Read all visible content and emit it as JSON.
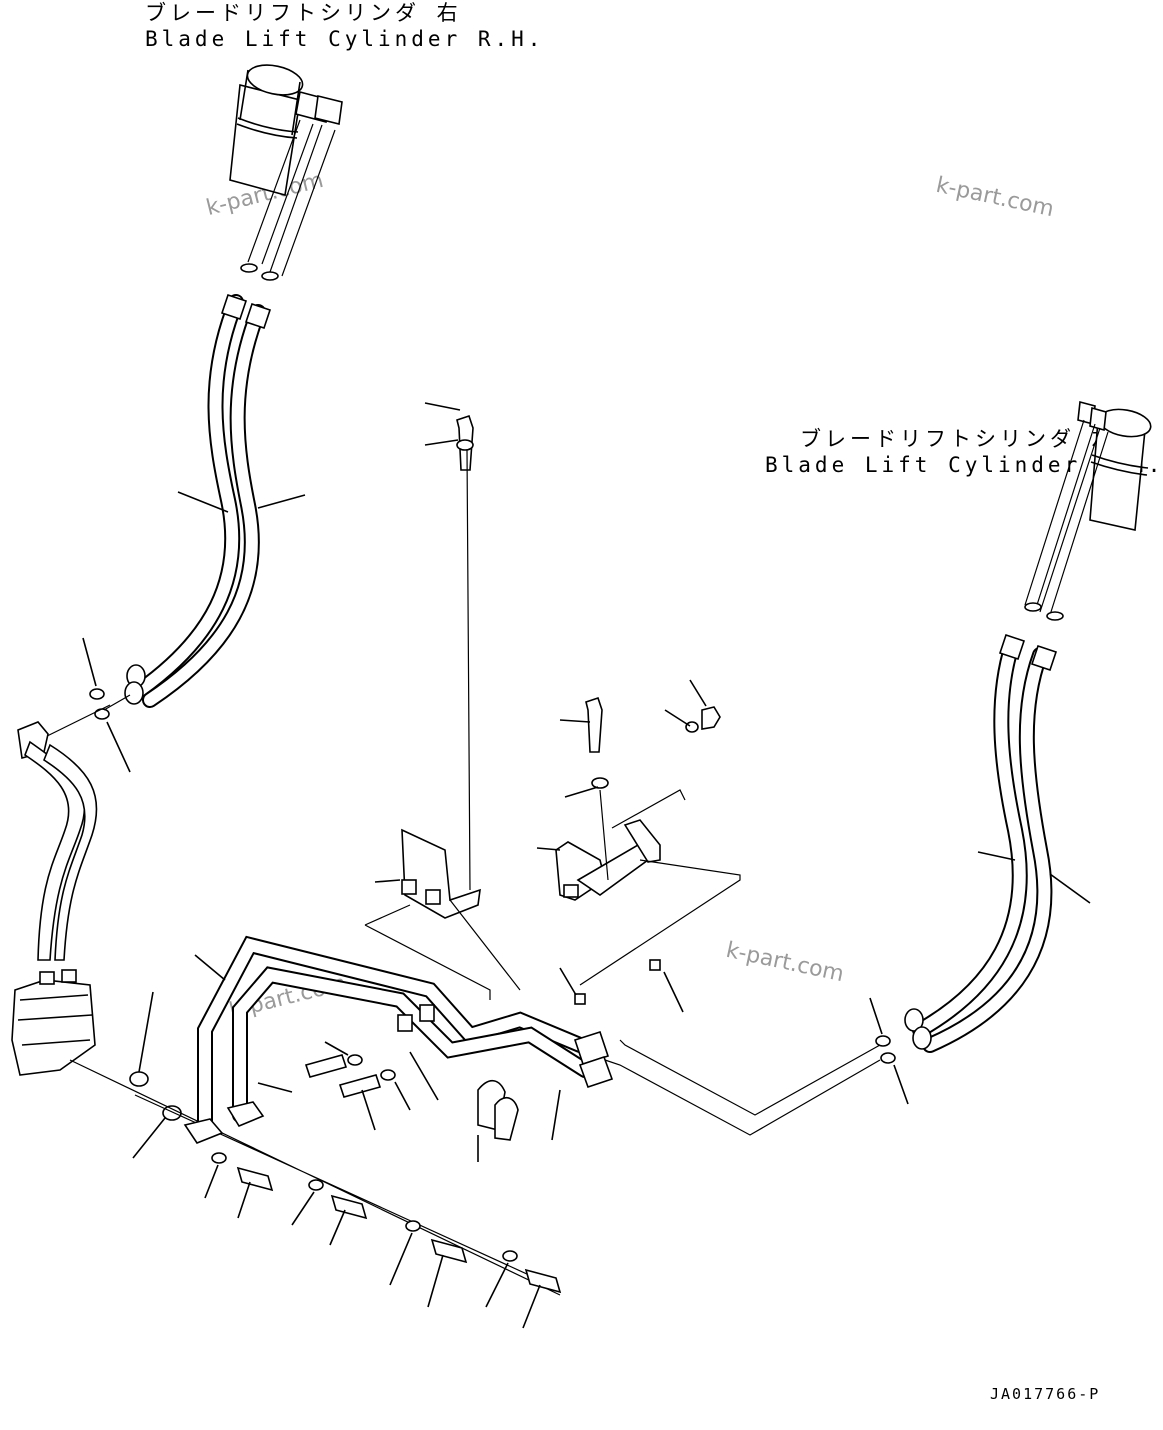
{
  "labels": {
    "right_cylinder_jp": "ブレードリフトシリンダ 右",
    "right_cylinder_en": "Blade Lift Cylinder R.H.",
    "left_cylinder_jp": "ブレードリフトシリンダ 左",
    "left_cylinder_en": "Blade Lift Cylinder L.H."
  },
  "watermark": "k-part.com",
  "drawing_code": "JA017766-P"
}
